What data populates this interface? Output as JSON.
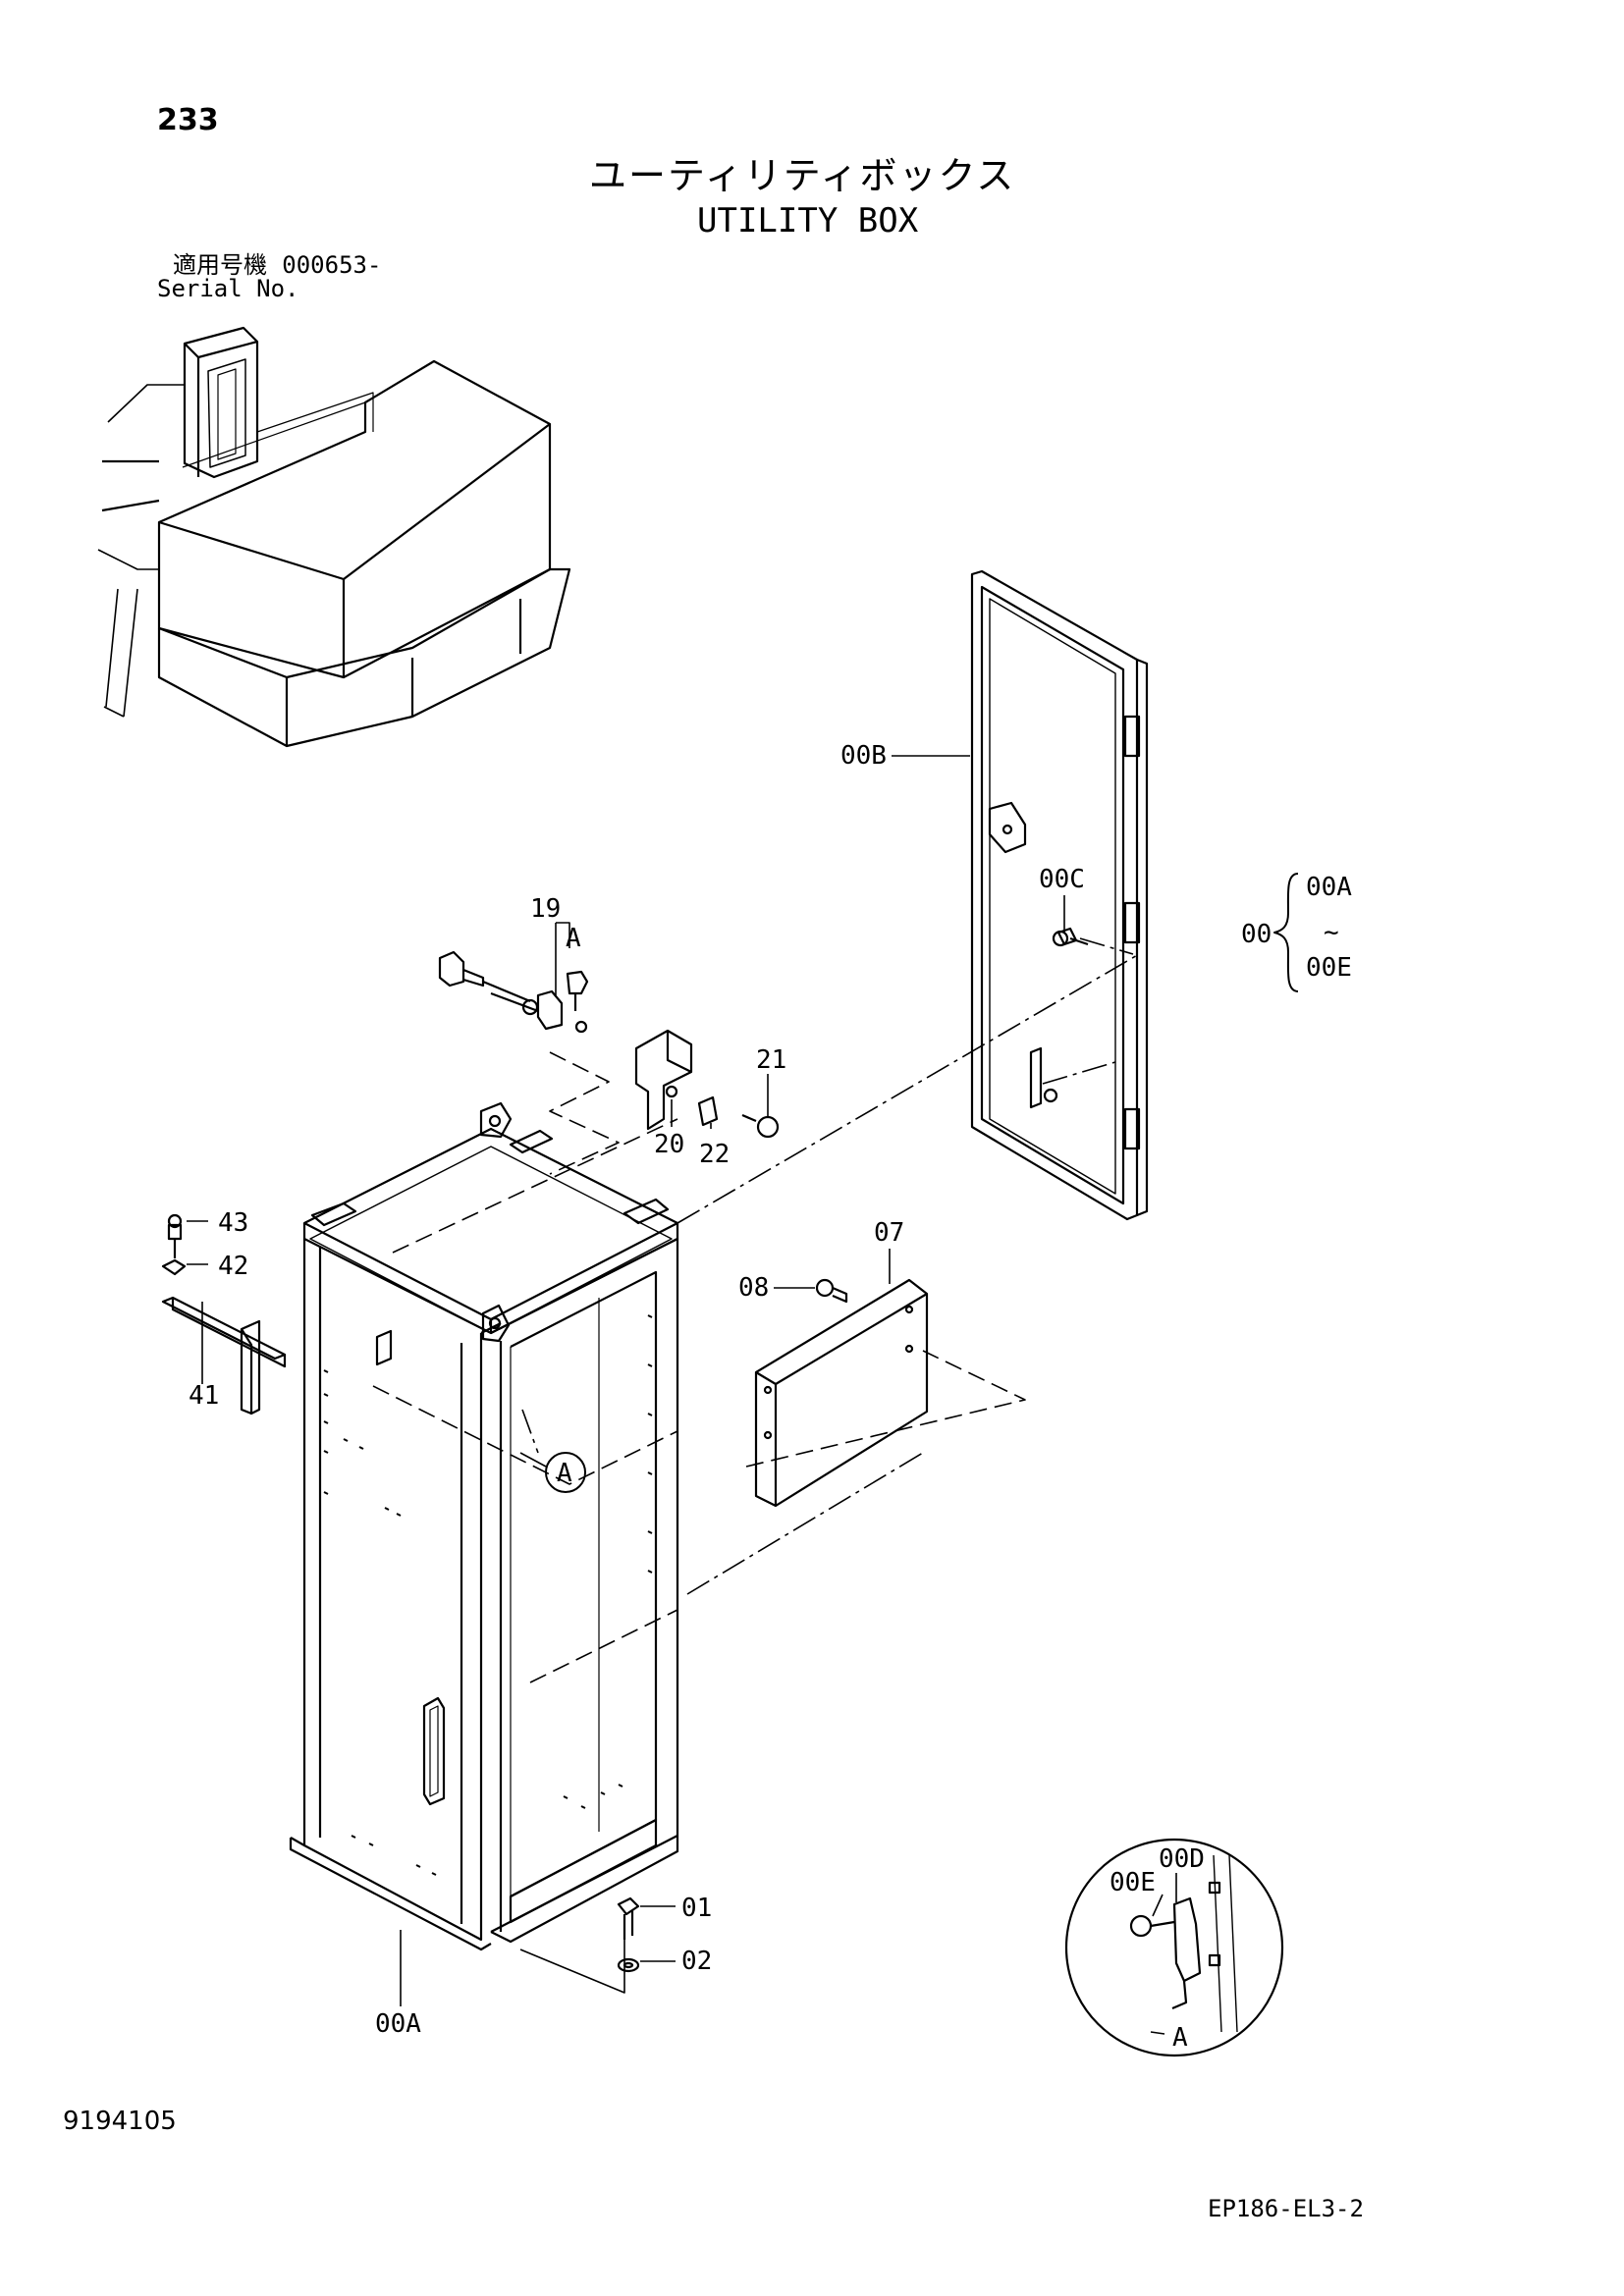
{
  "header": {
    "page_number": "233",
    "title_jp": "ユーティリティボックス",
    "title_en": "UTILITY BOX",
    "serial_label_jp": "適用号機",
    "serial_value": "000653-",
    "serial_label_en": "Serial No."
  },
  "footer": {
    "document_code": "9194105",
    "figure_code": "EP186-EL3-2"
  },
  "callouts": {
    "c00B": "00B",
    "c00C": "00C",
    "c19": "19",
    "cA_top": "A",
    "c21": "21",
    "c20": "20",
    "c22": "22",
    "c43": "43",
    "c42": "42",
    "c41": "41",
    "c07": "07",
    "c08": "08",
    "cA_circle": "A",
    "c01": "01",
    "c02": "02",
    "c00A": "00A",
    "c00D": "00D",
    "c00E_detail": "00E",
    "cA_detail": "A"
  },
  "assembly_range": {
    "parent": "00",
    "from": "00A",
    "tilde": "~",
    "to": "00E"
  }
}
